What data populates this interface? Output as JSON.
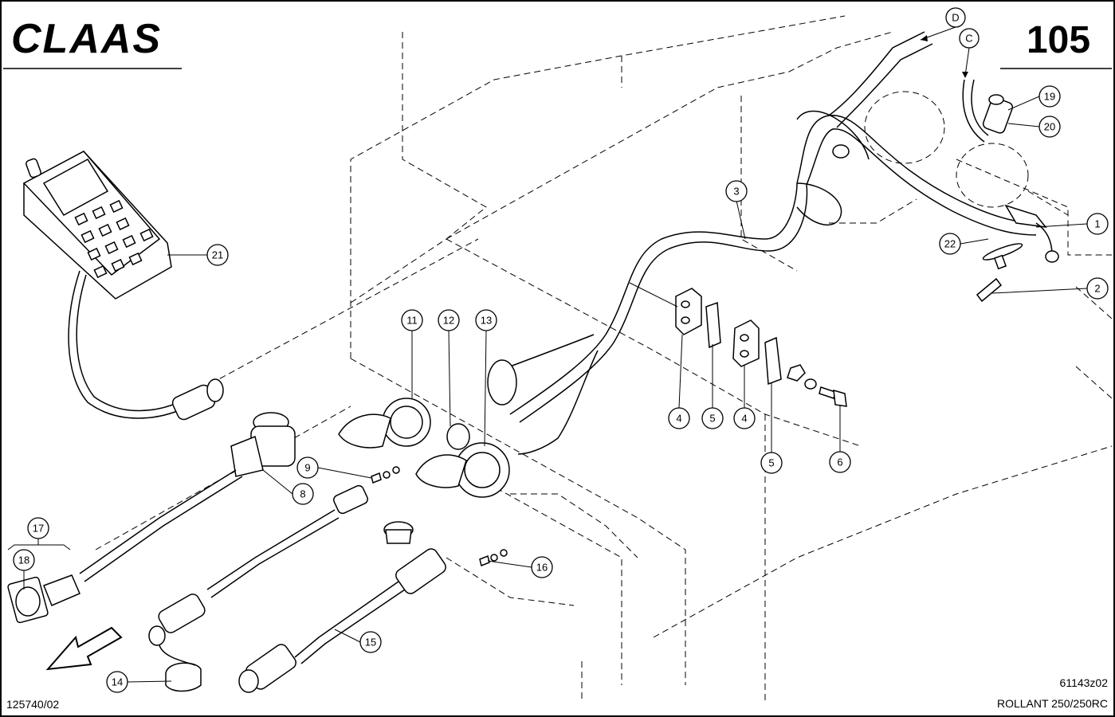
{
  "brand": {
    "logo_text": "CLAAS"
  },
  "page_number": "105",
  "drawing_code": "125740/02",
  "figure_code": "61143z02",
  "model": "ROLLANT 250/250RC",
  "direction_markers": [
    "D",
    "C"
  ],
  "callouts": [
    "1",
    "2",
    "3",
    "4",
    "5",
    "4",
    "5",
    "6",
    "8",
    "9",
    "11",
    "12",
    "13",
    "14",
    "15",
    "16",
    "17",
    "18",
    "19",
    "20",
    "21",
    "22"
  ]
}
